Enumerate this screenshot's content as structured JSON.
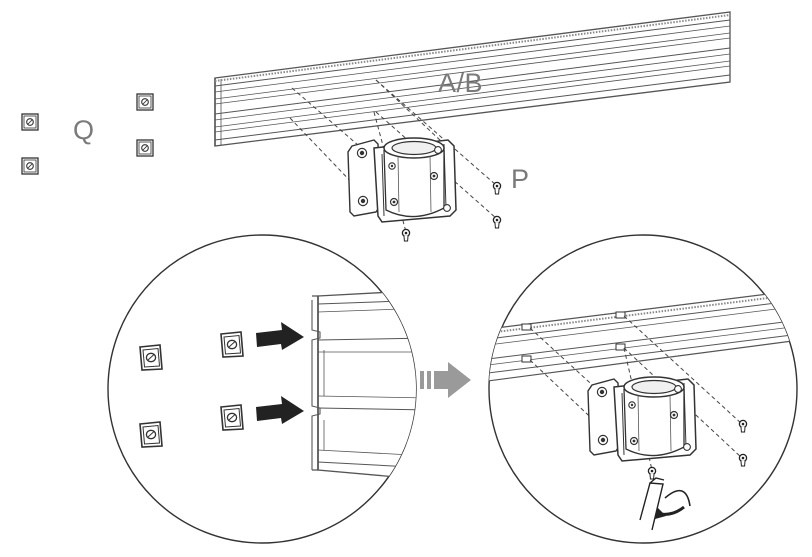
{
  "labels": {
    "rail": "A/B",
    "nuts": "Q",
    "screws": "P"
  },
  "colors": {
    "line": "#444444",
    "label": "#7a7a7a",
    "arrow_dark": "#222222",
    "arrow_grey": "#9a9a9a",
    "fill_light": "#f4f4f4"
  },
  "icons": [
    "t-nut-icon",
    "screw-icon",
    "bracket-icon",
    "rail-icon",
    "hex-key-icon",
    "rotate-arrow-icon",
    "arrow-right-icon"
  ]
}
